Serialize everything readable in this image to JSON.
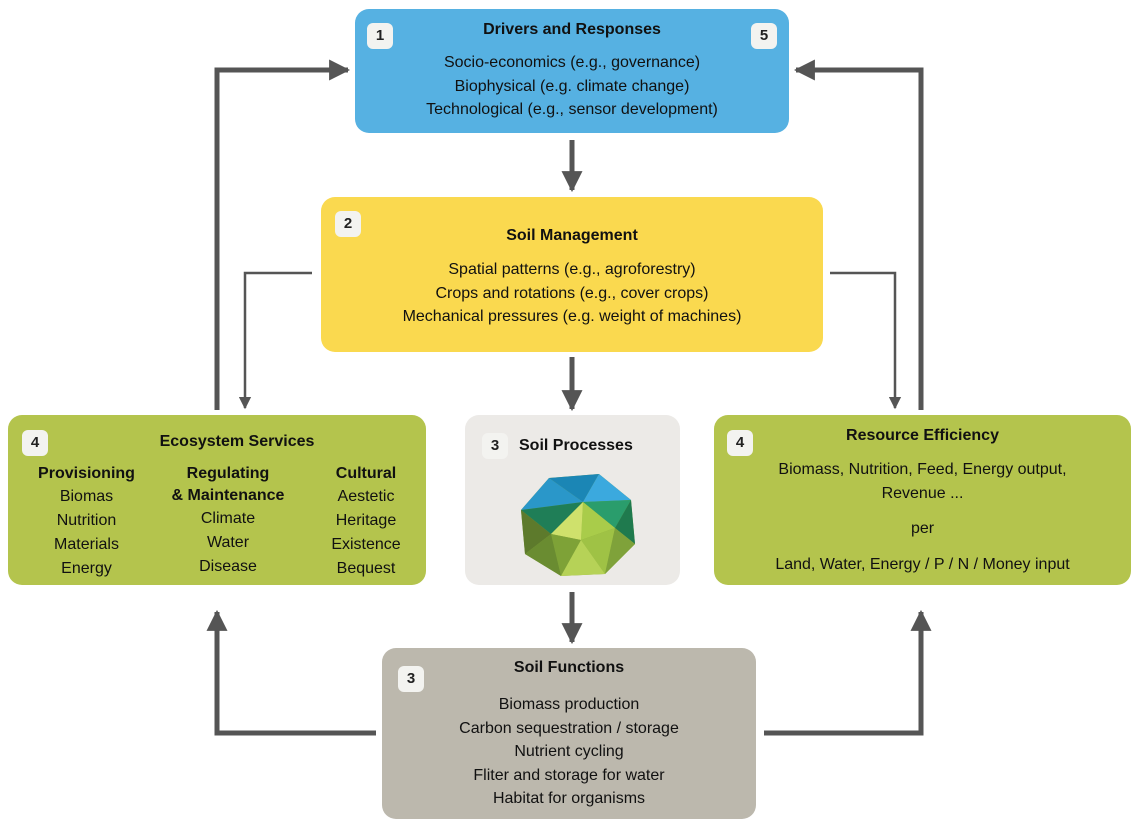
{
  "drivers": {
    "badge_left": "1",
    "badge_right": "5",
    "title": "Drivers and Responses",
    "lines": [
      "Socio-economics (e.g., governance)",
      "Biophysical (e.g. climate change)",
      "Technological (e.g., sensor development)"
    ]
  },
  "management": {
    "badge": "2",
    "title": "Soil Management",
    "lines": [
      "Spatial patterns (e.g., agroforestry)",
      "Crops and rotations (e.g., cover crops)",
      "Mechanical pressures (e.g. weight of machines)"
    ]
  },
  "ecosystem": {
    "badge": "4",
    "title": "Ecosystem Services",
    "provisioning": {
      "heading": "Provisioning",
      "items": [
        "Biomas",
        "Nutrition",
        "Materials",
        "Energy"
      ]
    },
    "regulating": {
      "heading_1": "Regulating",
      "heading_2": "& Maintenance",
      "items": [
        "Climate",
        "Water",
        "Disease"
      ]
    },
    "cultural": {
      "heading": "Cultural",
      "items": [
        "Aestetic",
        "Heritage",
        "Existence",
        "Bequest"
      ]
    }
  },
  "processes": {
    "badge": "3",
    "title": "Soil Processes",
    "icon": "polyhedron-soil-icon"
  },
  "resource": {
    "badge": "4",
    "title": "Resource Efficiency",
    "line_1": "Biomass, Nutrition, Feed, Energy output,",
    "line_2": "Revenue ...",
    "per": "per",
    "line_3": "Land, Water, Energy / P / N / Money input"
  },
  "functions": {
    "badge": "3",
    "title": "Soil Functions",
    "lines": [
      "Biomass production",
      "Carbon sequestration / storage",
      "Nutrient cycling",
      "Fliter and storage for water",
      "Habitat for organisms"
    ]
  },
  "colors": {
    "drivers": "#56b1e2",
    "management": "#fad94f",
    "services": "#b4c44d",
    "processes": "#eceae7",
    "functions": "#bcb8ad",
    "arrow": "#555555"
  }
}
